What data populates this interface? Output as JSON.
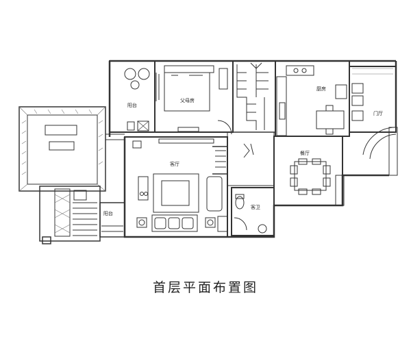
{
  "caption": "首层平面布置图",
  "rooms": {
    "balcony_top": "阳台",
    "parents_room": "父母房",
    "kitchen": "厨房",
    "entrance": "门厅",
    "living_room": "客厅",
    "dining_room": "餐厅",
    "guest_bath": "客卫",
    "balcony_left": "阳台"
  }
}
